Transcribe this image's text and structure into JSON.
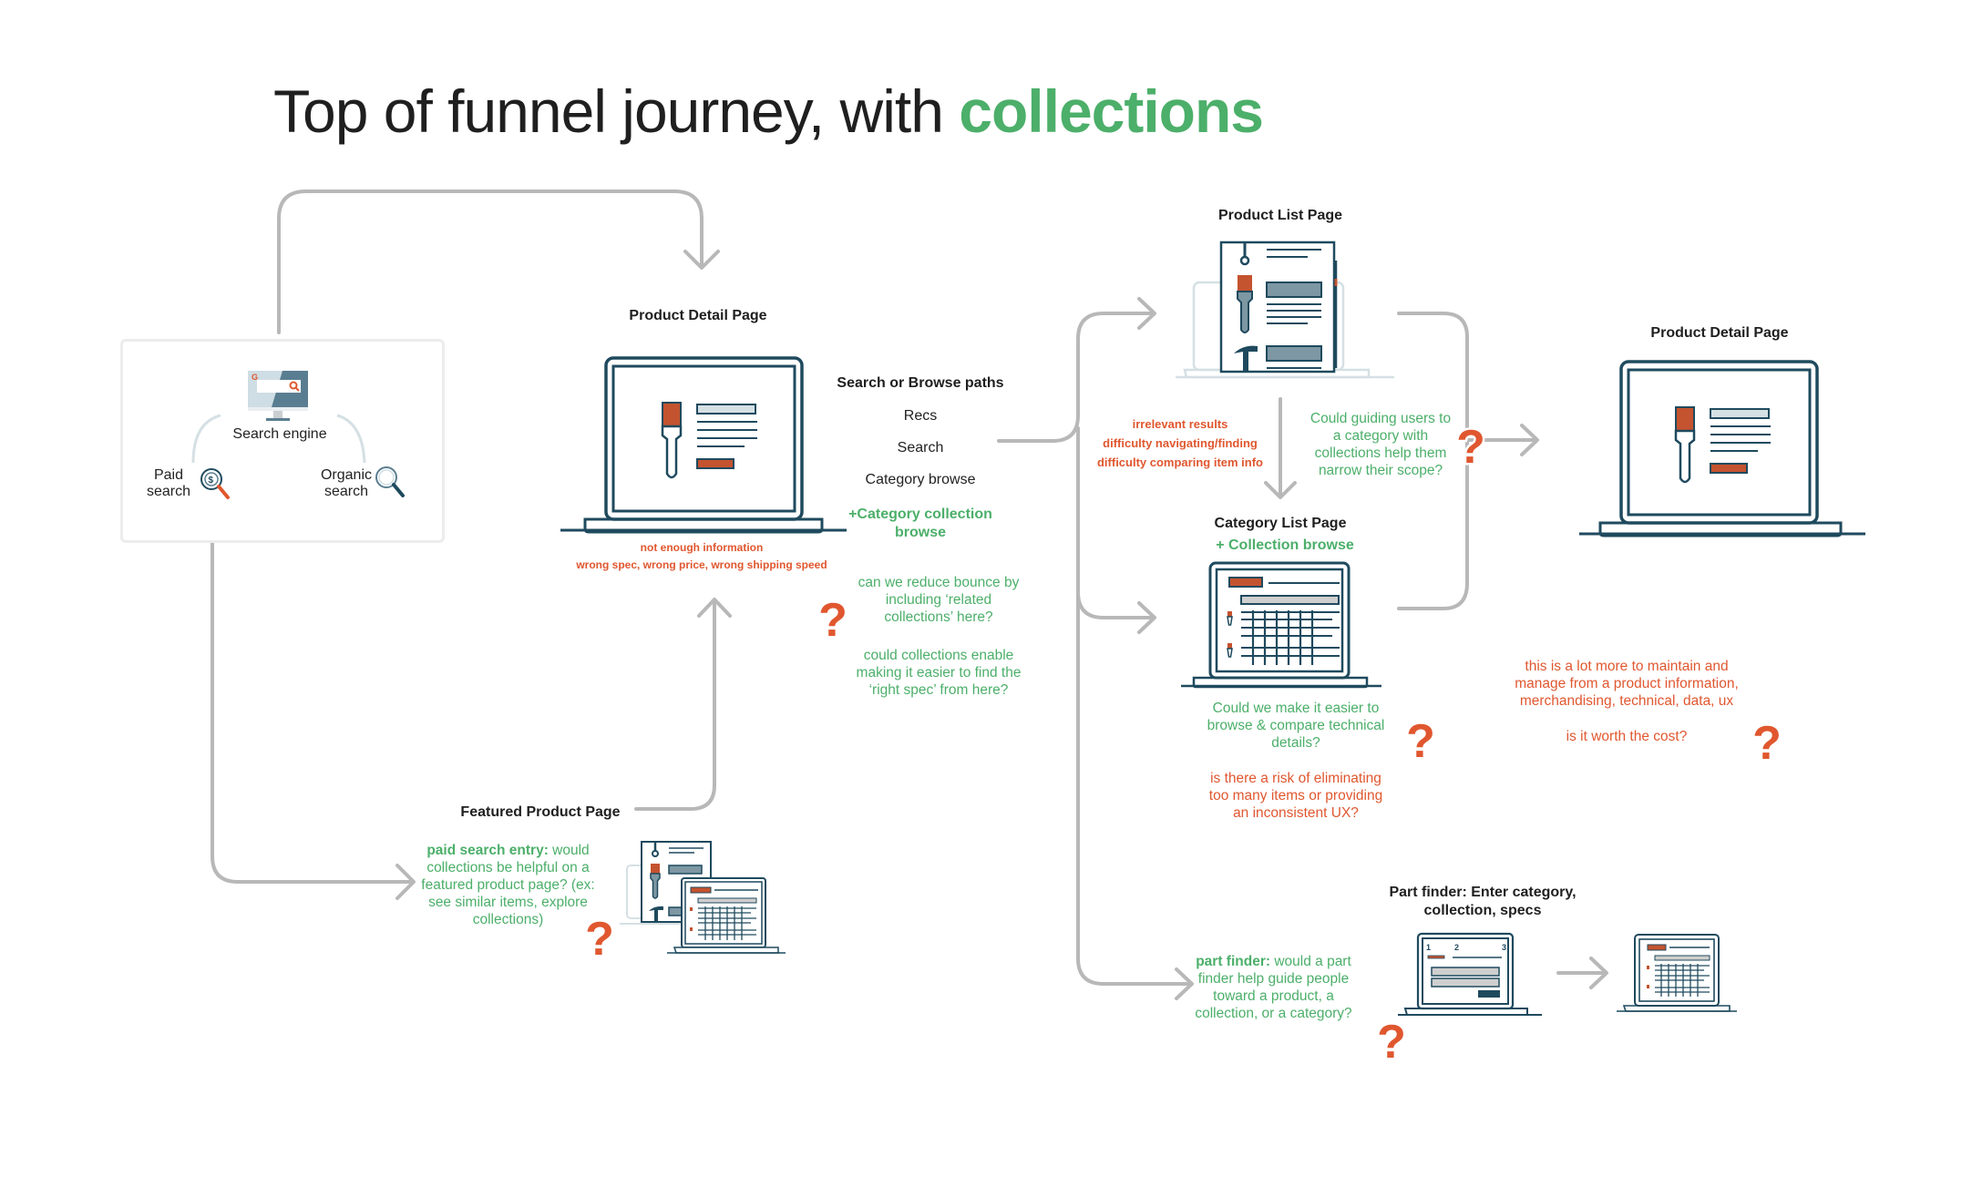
{
  "title": {
    "prefix": "Top of funnel journey, with ",
    "accent": "collections"
  },
  "colors": {
    "accent_green": "#4caf6a",
    "alert_red": "#e0572f",
    "device_navy": "#1f4a5e",
    "connector_gray": "#b8b8b8"
  },
  "entry": {
    "search_engine_label": "Search engine",
    "paid_search_label_line1": "Paid",
    "paid_search_label_line2": "search",
    "organic_search_label_line1": "Organic",
    "organic_search_label_line2": "search",
    "icons": [
      "search-engine-monitor-icon",
      "paid-search-magnifier-icon",
      "organic-search-magnifier-icon"
    ]
  },
  "pdp_main": {
    "label": "Product Detail Page",
    "issues": [
      "not enough information",
      "wrong spec, wrong price, wrong shipping speed"
    ],
    "questions": [
      [
        "can we reduce bounce by",
        "including ‘related",
        "collections’ here?"
      ],
      [
        "could collections enable",
        "making it easier to find the",
        "‘right spec’ from here?"
      ]
    ]
  },
  "paths": {
    "heading": "Search or Browse paths",
    "items": [
      "Recs",
      "Search",
      "Category browse"
    ],
    "new_item_line1": "+Category collection",
    "new_item_line2": "browse"
  },
  "plp": {
    "label": "Product List Page",
    "issues": [
      "irrelevant results",
      "difficulty navigating/finding",
      "difficulty comparing item info"
    ],
    "question": [
      "Could guiding users to",
      "a category with",
      "collections help them",
      "narrow their scope?"
    ]
  },
  "clp": {
    "label": "Category List Page",
    "sublabel": "+ Collection browse",
    "question": [
      "Could we make it easier to",
      "browse & compare technical",
      "details?"
    ],
    "risk": [
      "is there a risk of eliminating",
      "too many items or providing",
      "an inconsistent UX?"
    ]
  },
  "pdp_end": {
    "label": "Product Detail Page",
    "cost_note": [
      "this is a lot more to maintain and",
      "manage from a product information,",
      "merchandising, technical, data, ux"
    ],
    "cost_question": "is it worth the cost?"
  },
  "featured": {
    "label": "Featured Product Page",
    "question_bold": "paid search entry:",
    "question_rest_line1": " would",
    "question_lines": [
      "collections be helpful on a",
      "featured product page? (ex:",
      "see similar items, explore",
      "collections)"
    ]
  },
  "part_finder": {
    "label_line1": "Part finder: Enter category,",
    "label_line2": "collection, specs",
    "steps": [
      "1",
      "2",
      "3"
    ],
    "question_bold": "part finder:",
    "question_rest_line1": " would a part",
    "question_lines": [
      "finder help guide people",
      "toward a product, a",
      "collection, or a category?"
    ]
  },
  "question_mark_glyph": "?"
}
